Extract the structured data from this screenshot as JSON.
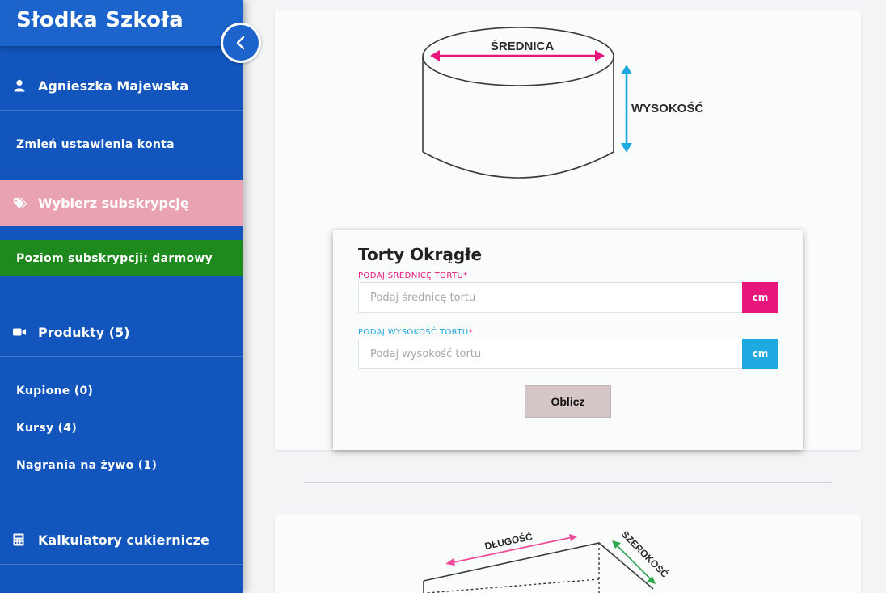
{
  "sidebar": {
    "brand": "Słodka Szkoła",
    "user_name": "Agnieszka Majewska",
    "account_settings": "Zmień ustawienia konta",
    "subscription_button": "Wybierz subskrypcję",
    "subscription_level": "Poziom subskrypcji: darmowy",
    "products_heading": "Produkty (5)",
    "product_items": [
      "Kupione (0)",
      "Kursy (4)",
      "Nagrania na żywo (1)"
    ],
    "calculators_heading": "Kalkulatory cukiernicze"
  },
  "round_cake": {
    "diagram_labels": {
      "diameter": "ŚREDNICA",
      "height": "WYSOKOŚĆ"
    },
    "title": "Torty Okrągłe",
    "diameter_label": "PODAJ ŚREDNICĘ TORTU",
    "diameter_placeholder": "Podaj średnicę tortu",
    "height_label": "PODAJ WYSOKOŚĆ TORTU",
    "height_placeholder": "Podaj wysokość tortu",
    "required_mark": "*",
    "unit": "cm",
    "calculate_button": "Oblicz"
  },
  "rect_cake": {
    "diagram_labels": {
      "length": "DŁUGOŚĆ",
      "width": "SZEROKOŚĆ"
    }
  },
  "colors": {
    "sidebar_bg": "#1155bd",
    "subscription_bg": "#e9a2b1",
    "level_bg": "#1e8a1e",
    "diameter_accent": "#e8157c",
    "height_accent": "#1fa9e1",
    "length_accent": "#ee4d9a",
    "width_accent": "#2fa84f"
  },
  "icons": [
    "chevron-left-icon",
    "user-icon",
    "tag-icon",
    "video-camera-icon",
    "calculator-icon"
  ]
}
